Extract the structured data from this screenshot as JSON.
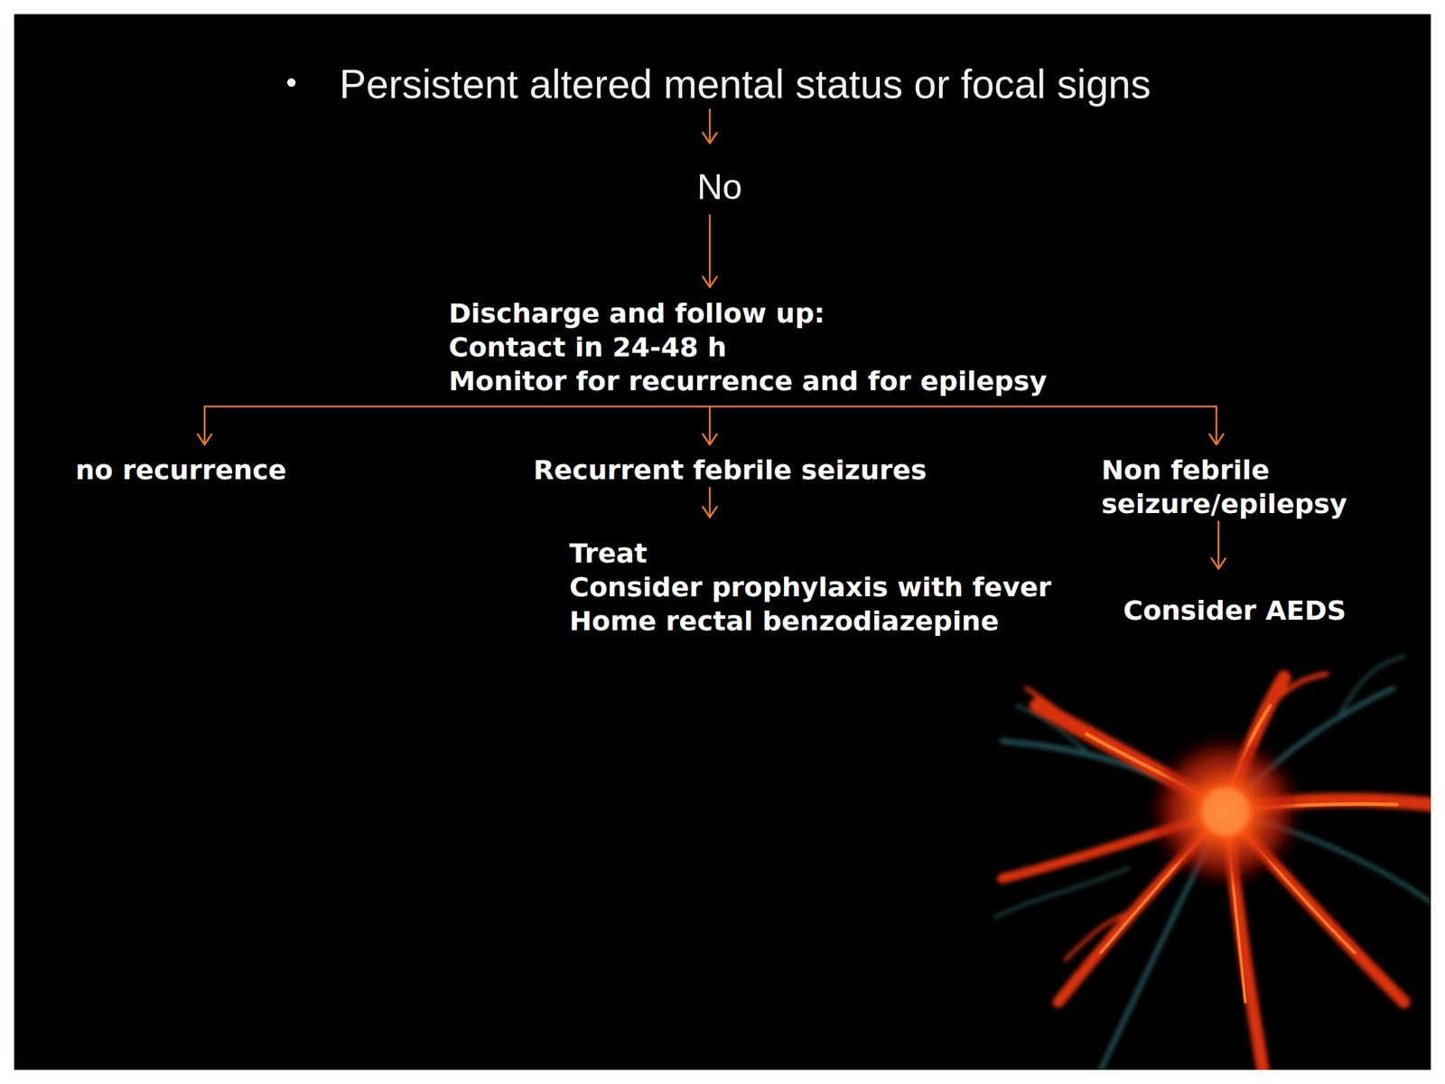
{
  "diagram": {
    "nodes": [
      {
        "text": [
          "Persistent altered mental status or focal signs"
        ]
      },
      {
        "text": [
          "No"
        ]
      },
      {
        "text": [
          "Discharge and follow up:",
          "Contact in 24-48 h",
          "Monitor for recurrence and for epilepsy"
        ]
      },
      {
        "text": [
          "no recurrence"
        ]
      },
      {
        "text": [
          "Recurrent febrile seizures"
        ]
      },
      {
        "text": [
          "Treat",
          "Consider prophylaxis with fever",
          "Home rectal benzodiazepine"
        ]
      },
      {
        "text": [
          "Non febrile seizure/epilepsy"
        ]
      },
      {
        "text": [
          "Consider AEDS"
        ]
      }
    ],
    "edges": [
      {
        "from": 0,
        "to": 1,
        "arrow": "to"
      },
      {
        "from": 1,
        "to": 2,
        "arrow": "to"
      },
      {
        "from": 2,
        "to": 3,
        "arrow": "to"
      },
      {
        "from": 2,
        "to": 4,
        "arrow": "to"
      },
      {
        "from": 2,
        "to": 6,
        "arrow": "to"
      },
      {
        "from": 4,
        "to": 5,
        "arrow": "to"
      },
      {
        "from": 6,
        "to": 7,
        "arrow": "to"
      }
    ]
  }
}
